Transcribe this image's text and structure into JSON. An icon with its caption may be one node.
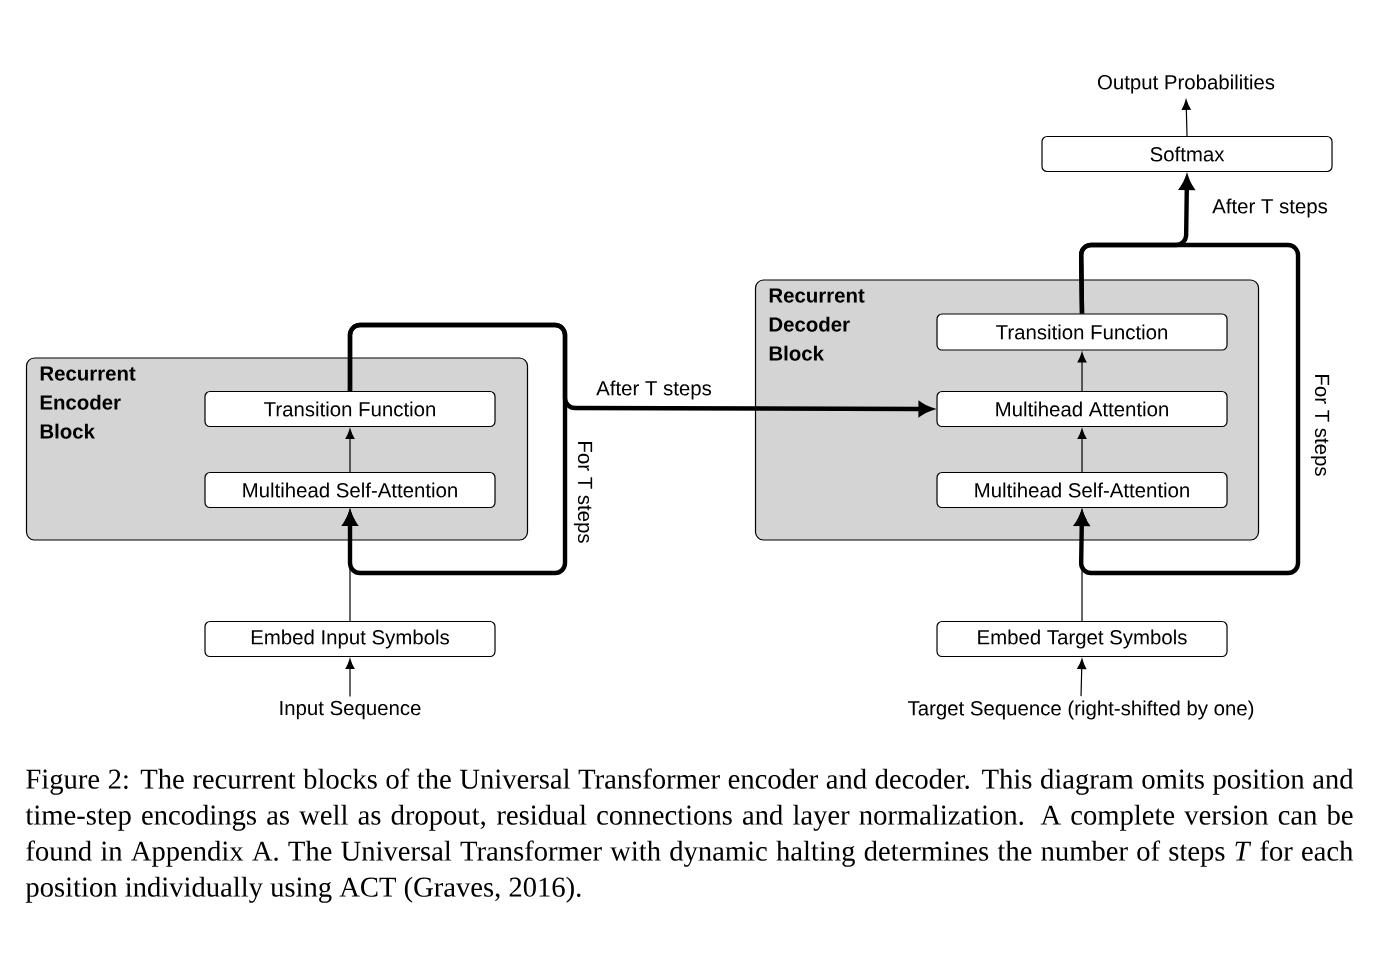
{
  "diagram": {
    "caption": "Figure 2: The recurrent blocks of the Universal Transformer encoder and decoder. This diagram omits position and time-step encodings as well as dropout, residual connections and layer normalization. A complete version can be found in Appendix A. The Universal Transformer with dynamic halting determines the number of steps *T* for each position individually using ACT (Graves, 2016).",
    "nodes": [
      {
        "text": [
          "Recurrent Encoder Block"
        ]
      },
      {
        "text": [
          "Transition Function"
        ],
        "in": 0
      },
      {
        "text": [
          "Multihead Self-Attention"
        ],
        "in": 0
      },
      {
        "text": [
          "Embed Input Symbols"
        ]
      },
      {
        "text": [
          "Input Sequence"
        ]
      },
      {
        "text": [
          "Recurrent Decoder Block"
        ]
      },
      {
        "text": [
          "Transition Function"
        ],
        "in": 5
      },
      {
        "text": [
          "Multihead Attention"
        ],
        "in": 5
      },
      {
        "text": [
          "Multihead Self-Attention"
        ],
        "in": 5
      },
      {
        "text": [
          "Embed Target Symbols"
        ]
      },
      {
        "text": [
          "Target Sequence (right-shifted by one)"
        ]
      },
      {
        "text": [
          "Softmax"
        ]
      },
      {
        "text": [
          "Output Probabilities"
        ]
      }
    ],
    "edges": [
      {
        "from": 4,
        "to": 3,
        "arrow": "to"
      },
      {
        "from": 3,
        "to": 2,
        "arrow": "to"
      },
      {
        "from": 2,
        "to": 1,
        "arrow": "to"
      },
      {
        "from": 1,
        "to": 2,
        "arrow": "to",
        "style": "thick",
        "label": "For T steps"
      },
      {
        "from": 1,
        "to": 7,
        "arrow": "to",
        "style": "thick",
        "label": "After T steps"
      },
      {
        "from": 10,
        "to": 9,
        "arrow": "to"
      },
      {
        "from": 9,
        "to": 8,
        "arrow": "to"
      },
      {
        "from": 8,
        "to": 7,
        "arrow": "to"
      },
      {
        "from": 7,
        "to": 6,
        "arrow": "to"
      },
      {
        "from": 6,
        "to": 8,
        "arrow": "to",
        "style": "thick",
        "label": "For T steps"
      },
      {
        "from": 6,
        "to": 11,
        "arrow": "to",
        "style": "thick",
        "label": "After T steps"
      },
      {
        "from": 11,
        "to": 12,
        "arrow": "to"
      }
    ]
  }
}
